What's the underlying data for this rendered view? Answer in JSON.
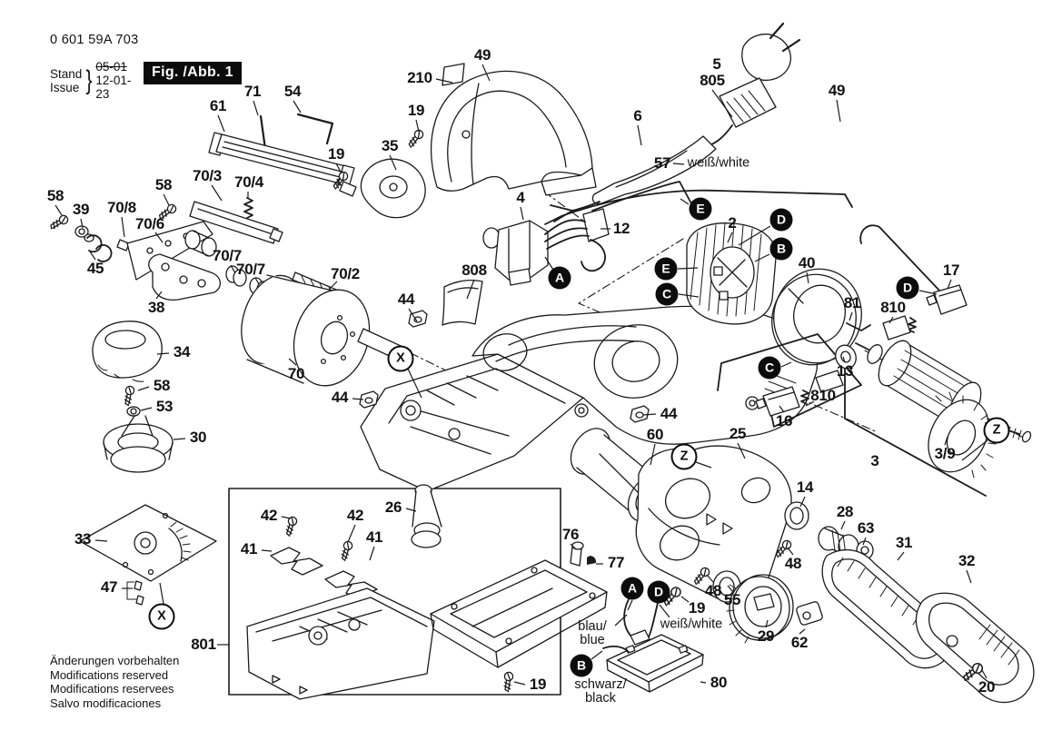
{
  "header": {
    "part_number": "0 601 59A 703",
    "stand_label": "Stand",
    "issue_label": "Issue",
    "brace": "}",
    "stand_value": "05-01",
    "issue_value": "12-01-23",
    "figure_label": "Fig. /Abb. 1"
  },
  "footer": {
    "lines": [
      "Änderungen vorbehalten",
      "Modifications reserved",
      "Modifications reservees",
      "Salvo modificaciones"
    ]
  },
  "diagram": {
    "labels": [
      [
        "210",
        462,
        86,
        "p",
        [
          480,
          87,
          498,
          91
        ]
      ],
      [
        "49",
        531,
        61,
        "p",
        [
          531,
          71,
          539,
          89
        ]
      ],
      [
        "5",
        789,
        71,
        "p",
        null
      ],
      [
        "805",
        784,
        89,
        "p",
        [
          784,
          99,
          806,
          129
        ]
      ],
      [
        "49",
        921,
        100,
        "p",
        [
          921,
          110,
          925,
          134
        ]
      ],
      [
        "71",
        278,
        101,
        "p",
        [
          279,
          111,
          284,
          127
        ]
      ],
      [
        "54",
        322,
        101,
        "p",
        [
          323,
          111,
          331,
          124
        ]
      ],
      [
        "61",
        240,
        117,
        "p",
        [
          240,
          127,
          247,
          145
        ]
      ],
      [
        "19",
        458,
        122,
        "p",
        [
          458,
          132,
          461,
          145
        ]
      ],
      [
        "6",
        702,
        128,
        "p",
        [
          702,
          138,
          706,
          160
        ]
      ],
      [
        "35",
        429,
        161,
        "p",
        [
          429,
          171,
          436,
          187
        ]
      ],
      [
        "19",
        370,
        170,
        "p",
        [
          370,
          180,
          376,
          191
        ]
      ],
      [
        "57",
        729,
        180,
        "p",
        [
          741,
          180,
          753,
          181
        ]
      ],
      [
        "weiß/white",
        791,
        180,
        "c",
        null
      ],
      [
        "70/3",
        228,
        194,
        "p",
        [
          233,
          204,
          244,
          221
        ]
      ],
      [
        "70/4",
        274,
        201,
        "p",
        [
          273,
          211,
          273,
          219
        ]
      ],
      [
        "58",
        180,
        204,
        "p",
        [
          180,
          214,
          186,
          226
        ]
      ],
      [
        "58",
        61,
        216,
        "p",
        [
          61,
          226,
          68,
          237
        ]
      ],
      [
        "39",
        89,
        231,
        "p",
        [
          89,
          241,
          91,
          251
        ]
      ],
      [
        "70/8",
        134,
        229,
        "p",
        [
          134,
          239,
          137,
          261
        ]
      ],
      [
        "70/6",
        165,
        247,
        "p",
        [
          171,
          256,
          179,
          267
        ]
      ],
      [
        "4",
        573,
        218,
        "p",
        [
          573,
          228,
          576,
          242
        ]
      ],
      [
        "12",
        684,
        252,
        "p",
        [
          672,
          252,
          661,
          252
        ]
      ],
      [
        "2",
        806,
        246,
        "p",
        [
          806,
          256,
          801,
          267
        ]
      ],
      [
        "45",
        105,
        296,
        "p",
        [
          105,
          286,
          99,
          277
        ]
      ],
      [
        "70/7",
        250,
        282,
        "p",
        [
          254,
          292,
          259,
          301
        ]
      ],
      [
        "70/7",
        276,
        297,
        "p",
        [
          281,
          306,
          285,
          313
        ]
      ],
      [
        "808",
        522,
        298,
        "p",
        [
          522,
          308,
          514,
          329
        ]
      ],
      [
        "40",
        888,
        290,
        "p",
        [
          888,
          300,
          890,
          312
        ]
      ],
      [
        "17",
        1047,
        298,
        "p",
        [
          1047,
          308,
          1043,
          318
        ]
      ],
      [
        "81",
        938,
        334,
        "p",
        [
          938,
          344,
          935,
          353
        ]
      ],
      [
        "810",
        983,
        339,
        "p",
        [
          983,
          349,
          979,
          356
        ]
      ],
      [
        "70/2",
        380,
        302,
        "p",
        [
          371,
          310,
          362,
          319
        ]
      ],
      [
        "44",
        447,
        330,
        "p",
        [
          450,
          340,
          459,
          354
        ]
      ],
      [
        "38",
        172,
        339,
        "p",
        [
          172,
          329,
          178,
          321
        ]
      ],
      [
        "34",
        200,
        388,
        "p",
        [
          186,
          389,
          173,
          390
        ]
      ],
      [
        "70",
        326,
        412,
        "p",
        [
          326,
          402,
          318,
          395
        ]
      ],
      [
        "13",
        930,
        409,
        "p",
        [
          930,
          399,
          928,
          393
        ]
      ],
      [
        "810",
        906,
        436,
        "p",
        [
          896,
          442,
          887,
          447
        ]
      ],
      [
        "16",
        863,
        464,
        "p",
        [
          863,
          454,
          858,
          447
        ]
      ],
      [
        "58",
        178,
        425,
        "p",
        [
          164,
          426,
          152,
          430
        ]
      ],
      [
        "53",
        181,
        448,
        "p",
        [
          167,
          449,
          155,
          452
        ]
      ],
      [
        "44",
        374,
        438,
        "p",
        [
          388,
          439,
          400,
          440
        ]
      ],
      [
        "44",
        736,
        456,
        "p",
        [
          722,
          456,
          708,
          457
        ]
      ],
      [
        "30",
        218,
        482,
        "p",
        [
          204,
          483,
          191,
          484
        ]
      ],
      [
        "60",
        721,
        479,
        "p",
        [
          721,
          489,
          716,
          512
        ]
      ],
      [
        "25",
        812,
        478,
        "p",
        [
          812,
          488,
          820,
          505
        ]
      ],
      [
        "3",
        963,
        508,
        "p",
        null
      ],
      [
        "3/9",
        1040,
        500,
        "p",
        [
          1040,
          490,
          1043,
          481
        ]
      ],
      [
        "14",
        886,
        537,
        "p",
        [
          886,
          547,
          881,
          558
        ]
      ],
      [
        "26",
        433,
        559,
        "p",
        [
          447,
          560,
          458,
          563
        ]
      ],
      [
        "42",
        296,
        568,
        "p",
        [
          310,
          569,
          320,
          571
        ]
      ],
      [
        "42",
        391,
        568,
        "p",
        [
          391,
          578,
          383,
          597
        ]
      ],
      [
        "41",
        274,
        605,
        "p",
        [
          288,
          606,
          299,
          607
        ]
      ],
      [
        "41",
        412,
        592,
        "p",
        [
          412,
          602,
          407,
          617
        ]
      ],
      [
        "33",
        91,
        594,
        "p",
        [
          105,
          595,
          118,
          596
        ]
      ],
      [
        "28",
        930,
        564,
        "p",
        [
          930,
          574,
          926,
          583
        ]
      ],
      [
        "63",
        953,
        582,
        "p",
        [
          953,
          592,
          950,
          600
        ]
      ],
      [
        "31",
        995,
        598,
        "p",
        [
          995,
          608,
          988,
          617
        ]
      ],
      [
        "32",
        1064,
        618,
        "p",
        [
          1064,
          628,
          1069,
          642
        ]
      ],
      [
        "47",
        120,
        647,
        "p",
        [
          134,
          648,
          146,
          648
        ]
      ],
      [
        "76",
        628,
        589,
        "p",
        [
          628,
          599,
          634,
          605
        ]
      ],
      [
        "77",
        678,
        620,
        "p",
        [
          664,
          621,
          656,
          621
        ]
      ],
      [
        "48",
        873,
        621,
        "p",
        [
          873,
          611,
          867,
          603
        ]
      ],
      [
        "48",
        785,
        651,
        "p",
        [
          785,
          641,
          778,
          633
        ]
      ],
      [
        "19",
        767,
        670,
        "p",
        [
          758,
          663,
          750,
          657
        ]
      ],
      [
        "55",
        806,
        661,
        "p",
        [
          806,
          651,
          801,
          645
        ]
      ],
      [
        "29",
        843,
        701,
        "p",
        [
          843,
          691,
          845,
          683
        ]
      ],
      [
        "62",
        880,
        708,
        "p",
        [
          880,
          698,
          886,
          693
        ]
      ],
      [
        "80",
        791,
        752,
        "p",
        [
          777,
          752,
          771,
          751
        ]
      ],
      [
        "19",
        592,
        754,
        "p",
        [
          578,
          754,
          566,
          751
        ]
      ],
      [
        "20",
        1086,
        757,
        "p",
        [
          1086,
          747,
          1081,
          738
        ]
      ],
      [
        "801",
        224,
        710,
        "p",
        [
          239,
          710,
          252,
          710
        ]
      ],
      [
        "blau/\nblue",
        652,
        698,
        "c",
        [
          677,
          689,
          690,
          677
        ]
      ],
      [
        "weiß/white",
        761,
        688,
        "c",
        [
          737,
          680,
          726,
          666
        ]
      ],
      [
        "schwarz/\nblack",
        661,
        762,
        "c",
        null
      ],
      [
        "A",
        616,
        306,
        "b",
        [
          609,
          297,
          600,
          283
        ]
      ],
      [
        "E",
        771,
        230,
        "b",
        [
          758,
          225,
          749,
          219
        ]
      ],
      [
        "E",
        733,
        296,
        "b",
        [
          746,
          296,
          768,
          295
        ]
      ],
      [
        "C",
        734,
        324,
        "b",
        [
          747,
          324,
          769,
          327
        ]
      ],
      [
        "D",
        860,
        242,
        "b",
        [
          848,
          249,
          813,
          270
        ]
      ],
      [
        "B",
        860,
        274,
        "b",
        [
          847,
          280,
          831,
          288
        ]
      ],
      [
        "D",
        999,
        317,
        "b",
        [
          1012,
          320,
          1031,
          324
        ]
      ],
      [
        "C",
        847,
        405,
        "b",
        [
          860,
          404,
          871,
          399
        ]
      ],
      [
        "A",
        696,
        648,
        "b",
        [
          696,
          661,
          691,
          672
        ]
      ],
      [
        "D",
        725,
        652,
        "b",
        [
          724,
          665,
          721,
          678
        ]
      ],
      [
        "B",
        640,
        733,
        "b",
        [
          651,
          726,
          663,
          717
        ]
      ],
      [
        "X",
        441,
        395,
        "r",
        [
          449,
          406,
          464,
          438
        ]
      ],
      [
        "X",
        178,
        679,
        "r",
        [
          180,
          665,
          176,
          642
        ]
      ],
      [
        "Z",
        753,
        503,
        "r",
        [
          766,
          509,
          783,
          515
        ]
      ],
      [
        "Z",
        1097,
        474,
        "r",
        [
          1087,
          485,
          1059,
          507
        ]
      ]
    ]
  }
}
